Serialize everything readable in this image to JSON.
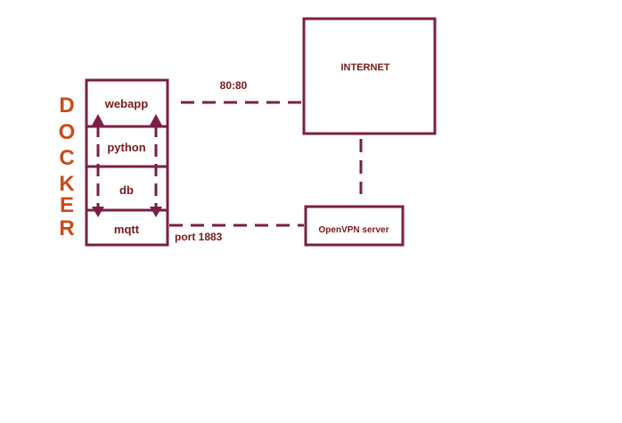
{
  "diagram": {
    "colors": {
      "stroke": "#7a1f45",
      "text": "#7a1a1a",
      "docker_text": "#cc4a1a",
      "background": "#ffffff"
    },
    "docker_label": [
      "D",
      "O",
      "C",
      "K",
      "E",
      "R"
    ],
    "stack": {
      "webapp": "webapp",
      "python": "python",
      "db": "db",
      "mqtt": "mqtt"
    },
    "internet": "INTERNET",
    "vpn": "OpenVPN server",
    "edges": {
      "webapp_internet": "80:80",
      "mqtt_vpn": "port 1883"
    }
  }
}
